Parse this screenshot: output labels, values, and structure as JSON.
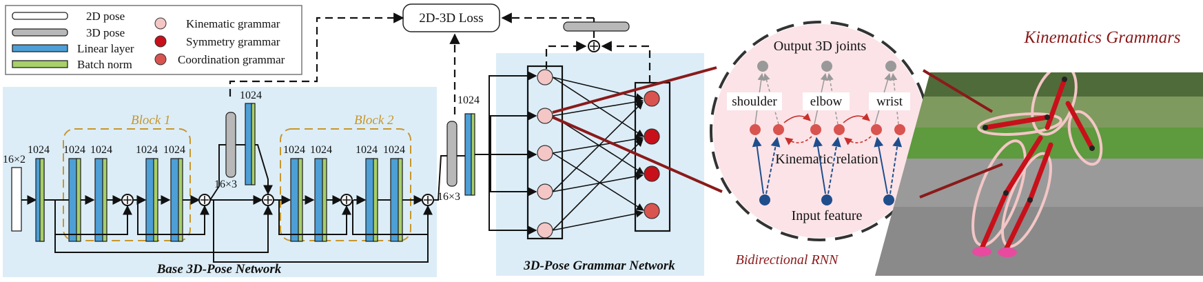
{
  "legend": {
    "pose2d": "2D pose",
    "pose3d": "3D pose",
    "linear": "Linear layer",
    "batchnorm": "Batch norm",
    "kinematic": "Kinematic grammar",
    "symmetry": "Symmetry grammar",
    "coordination": "Coordination grammar"
  },
  "colors": {
    "kinematic": "#f4c6c6",
    "symmetry": "#c8101a",
    "coordination": "#d9534f",
    "linear": "#4d9fd6",
    "batchnorm": "#a8cf6a",
    "panel": "#dcedf7",
    "rnn_bg": "#fbe3e7"
  },
  "loss_label": "2D-3D Loss",
  "base": {
    "title": "Base 3D-Pose Network",
    "block1": "Block 1",
    "block2": "Block 2",
    "input_dim": "16×2",
    "dims": {
      "l0": "1024",
      "b1a": "1024",
      "b1b": "1024",
      "b1c": "1024",
      "b1d": "1024",
      "mid": "1024",
      "mid3d": "16×3",
      "b2a": "1024",
      "b2b": "1024",
      "b2c": "1024",
      "b2d": "1024",
      "out": "1024",
      "out3d": "16×3"
    }
  },
  "grammar": {
    "title": "3D-Pose Grammar Network"
  },
  "rnn": {
    "output": "Output 3D joints",
    "joints": [
      "shoulder",
      "elbow",
      "wrist"
    ],
    "relation": "Kinematic relation",
    "input": "Input feature",
    "caption": "Bidirectional  RNN"
  },
  "kin_title": "Kinematics Grammars"
}
